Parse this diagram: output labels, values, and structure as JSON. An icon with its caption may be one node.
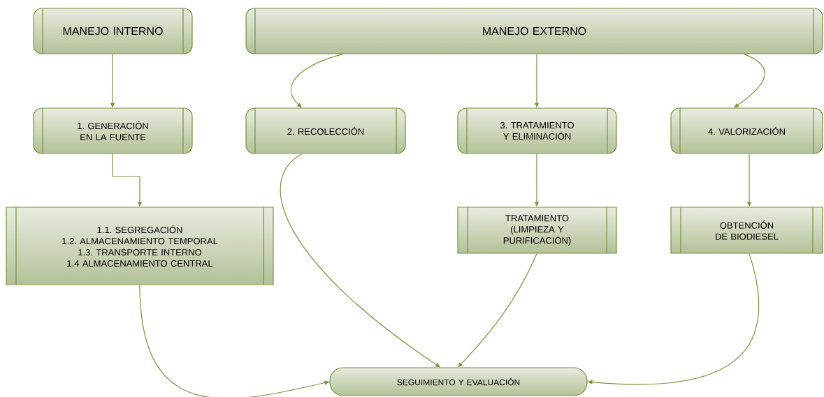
{
  "diagram": {
    "nodes": [
      {
        "text": [
          "MANEJO INTERNO"
        ]
      },
      {
        "text": [
          "MANEJO EXTERNO"
        ]
      },
      {
        "text": [
          "1. GENERACIÓN EN LA FUENTE"
        ]
      },
      {
        "text": [
          "2. RECOLECCIÓN"
        ]
      },
      {
        "text": [
          "3. TRATAMIENTO Y ELIMINACIÓN"
        ]
      },
      {
        "text": [
          "4. VALORIZACIÓN"
        ]
      },
      {
        "text": [
          "1.1. SEGREGACIÓN",
          "1.2. ALMACENAMIENTO TEMPORAL",
          "1.3. TRANSPORTE INTERNO",
          "1.4 ALMACENAMIENTO CENTRAL"
        ]
      },
      {
        "text": [
          "TRATAMIENTO (LIMPIEZA Y PURIFICACIÓN)"
        ]
      },
      {
        "text": [
          "OBTENCIÓN DE BIODIESEL"
        ]
      },
      {
        "text": [
          "SEGUIMIENTO Y EVALUACIÓN"
        ]
      }
    ],
    "edges": [
      {
        "from": 0,
        "to": 2,
        "arrow": "to"
      },
      {
        "from": 1,
        "to": 3,
        "arrow": "to"
      },
      {
        "from": 1,
        "to": 4,
        "arrow": "to"
      },
      {
        "from": 1,
        "to": 5,
        "arrow": "to"
      },
      {
        "from": 2,
        "to": 6,
        "arrow": "to"
      },
      {
        "from": 4,
        "to": 7,
        "arrow": "to"
      },
      {
        "from": 5,
        "to": 8,
        "arrow": "to"
      },
      {
        "from": 6,
        "to": 9,
        "arrow": "to"
      },
      {
        "from": 3,
        "to": 9,
        "arrow": "to"
      },
      {
        "from": 7,
        "to": 9,
        "arrow": "to"
      },
      {
        "from": 8,
        "to": 9,
        "arrow": "to"
      }
    ]
  }
}
